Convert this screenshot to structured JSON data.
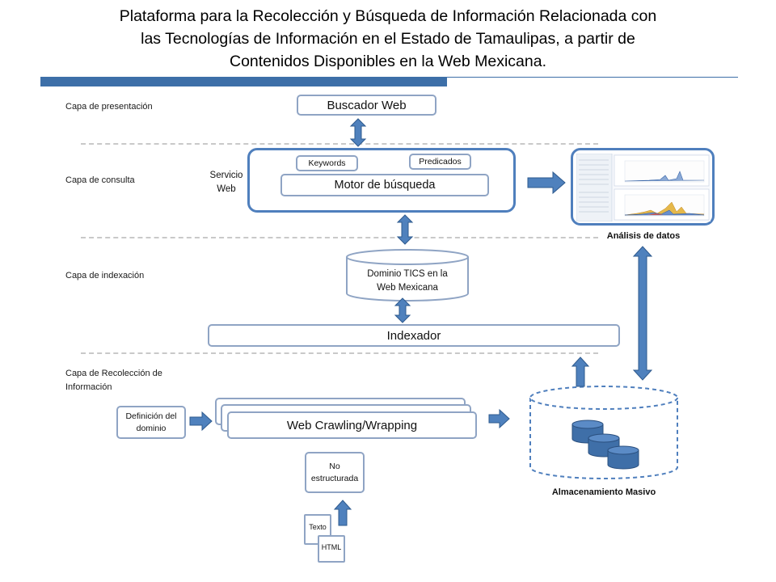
{
  "slide": {
    "title_lines": [
      "Plataforma para la Recolección y Búsqueda de Información Relacionada con",
      "las Tecnologías de Información en el Estado de Tamaulipas, a partir de",
      "Contenidos Disponibles en la Web Mexicana."
    ]
  },
  "layers": {
    "presentacion": "Capa de presentación",
    "consulta": "Capa de consulta",
    "indexacion": "Capa de indexación",
    "recoleccion_1": "Capa de Recolección de",
    "recoleccion_2": "Información"
  },
  "nodes": {
    "buscador": "Buscador Web",
    "servicio_1": "Servicio",
    "servicio_2": "Web",
    "keywords": "Keywords",
    "predicados": "Predicados",
    "motor": "Motor de búsqueda",
    "dominio_1": "Dominio TICS en la",
    "dominio_2": "Web Mexicana",
    "indexador": "Indexador",
    "definicion_1": "Definición del",
    "definicion_2": "dominio",
    "crawling": "Web Crawling/Wrapping",
    "no_estructurada_1": "No",
    "no_estructurada_2": "estructurada",
    "texto": "Texto",
    "html": "HTML",
    "analisis": "Análisis de datos",
    "almacenamiento": "Almacenamiento Masivo"
  },
  "colors": {
    "arrow_fill": "#4f81bd",
    "arrow_stroke": "#2e5a8e",
    "thick_border": "#4f7fbd",
    "thin_border": "#8fa4c4",
    "rule": "#3d6fa8"
  }
}
